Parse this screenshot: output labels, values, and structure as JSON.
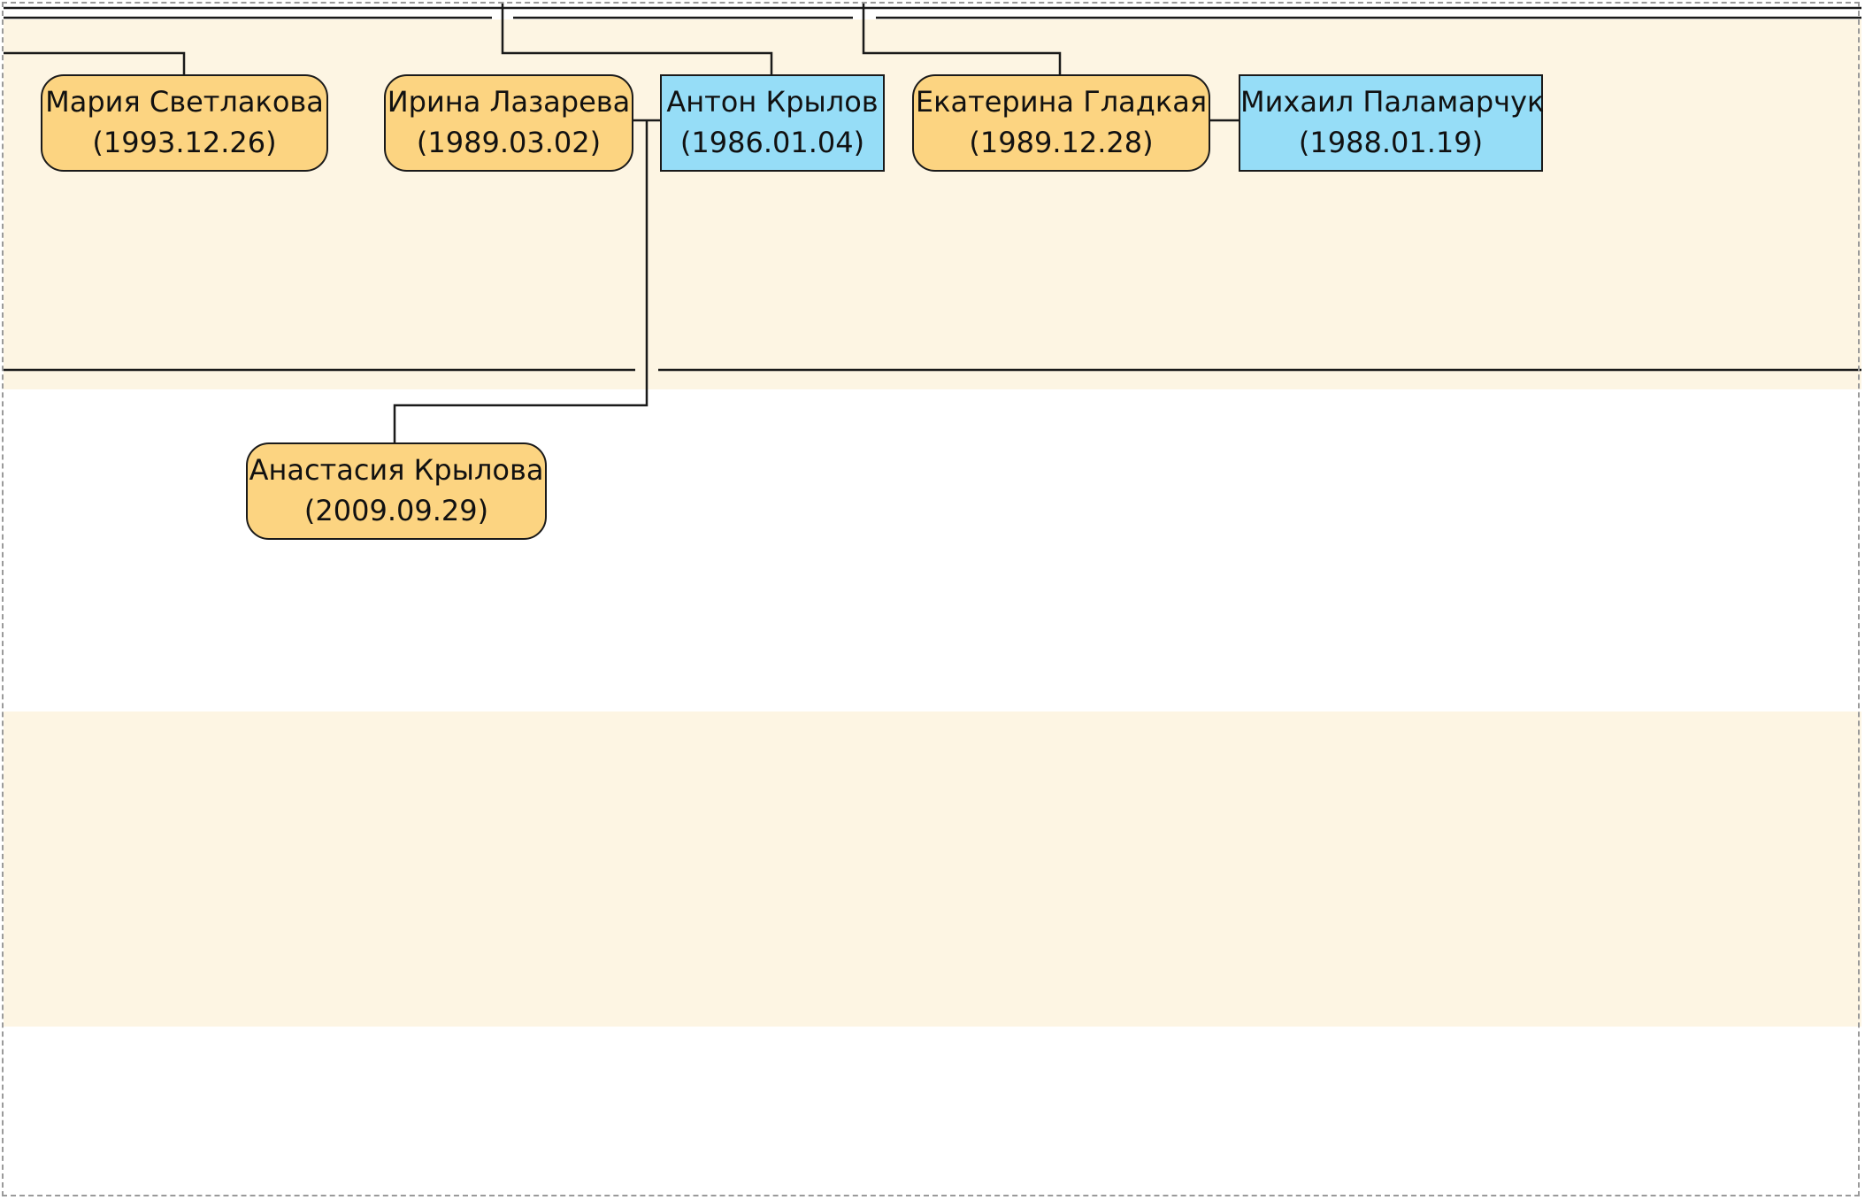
{
  "colors": {
    "female_fill": "#fcd481",
    "male_fill": "#96ddf7",
    "band_fill": "#fdf5e3",
    "line": "#1a1a1a"
  },
  "people": [
    {
      "id": "maria",
      "name": "Мария Светлакова",
      "date": "(1993.12.26)",
      "gender": "female"
    },
    {
      "id": "irina",
      "name": "Ирина Лазарева",
      "date": "(1989.03.02)",
      "gender": "female"
    },
    {
      "id": "anton",
      "name": "Антон Крылов",
      "date": "(1986.01.04)",
      "gender": "male"
    },
    {
      "id": "ekaterina",
      "name": "Екатерина Гладкая",
      "date": "(1989.12.28)",
      "gender": "female"
    },
    {
      "id": "mikhail",
      "name": "Михаил Паламарчук",
      "date": "(1988.01.19)",
      "gender": "male"
    },
    {
      "id": "anastasia",
      "name": "Анастасия Крылова",
      "date": "(2009.09.29)",
      "gender": "female"
    }
  ],
  "couples": [
    [
      "irina",
      "anton"
    ],
    [
      "ekaterina",
      "mikhail"
    ]
  ],
  "children": [
    {
      "parents": [
        "irina",
        "anton"
      ],
      "child": "anastasia"
    }
  ]
}
